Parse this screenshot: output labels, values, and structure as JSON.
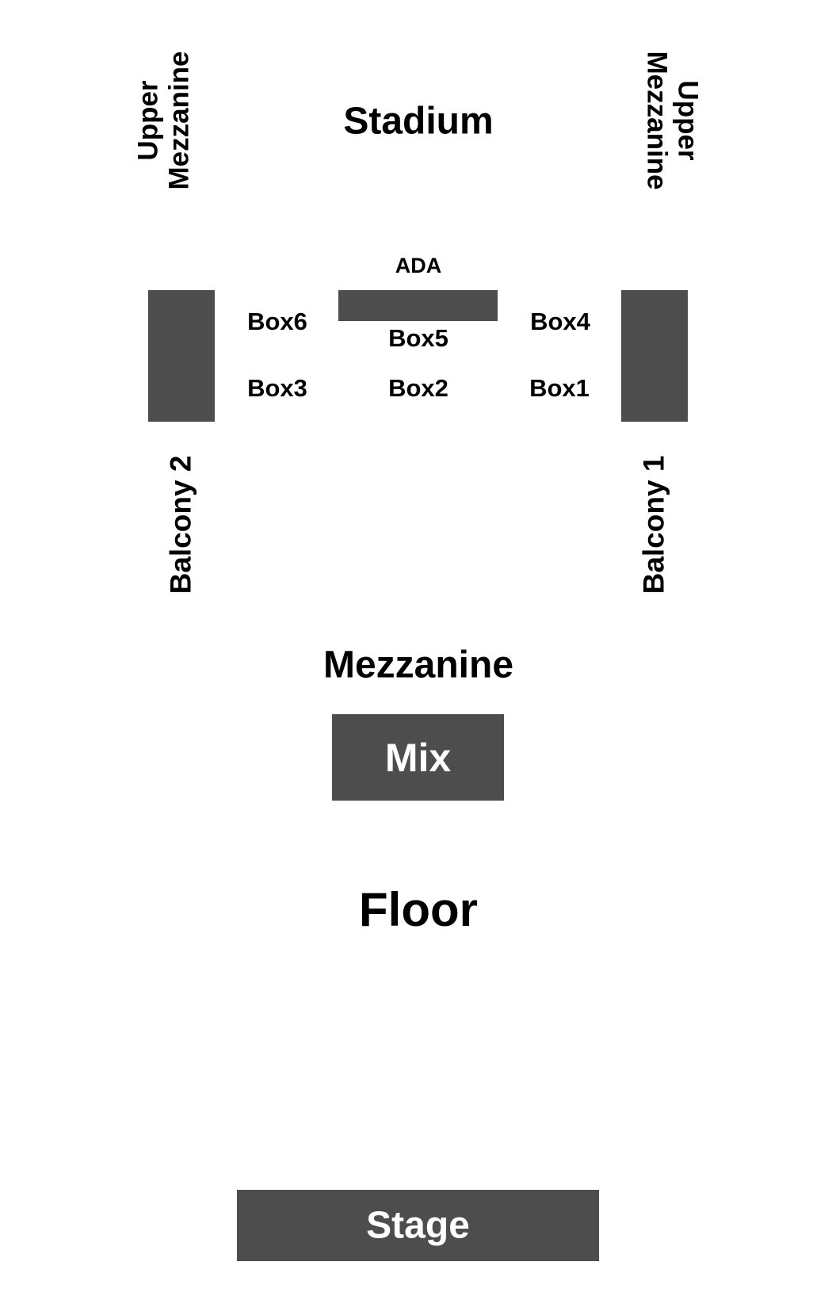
{
  "sections": {
    "stadium": "Stadium",
    "upper_mezzanine_left": {
      "line1": "Upper",
      "line2": "Mezzanine"
    },
    "upper_mezzanine_right": {
      "line1": "Upper",
      "line2": "Mezzanine"
    },
    "ada": "ADA",
    "box6": "Box6",
    "box5": "Box5",
    "box4": "Box4",
    "box3": "Box3",
    "box2": "Box2",
    "box1": "Box1",
    "balcony2": "Balcony 2",
    "balcony1": "Balcony 1",
    "mezzanine": "Mezzanine",
    "mix": "Mix",
    "floor": "Floor",
    "stage": "Stage"
  },
  "colors": {
    "block": "#4d4d4d",
    "text": "#000000",
    "block_text": "#ffffff"
  }
}
